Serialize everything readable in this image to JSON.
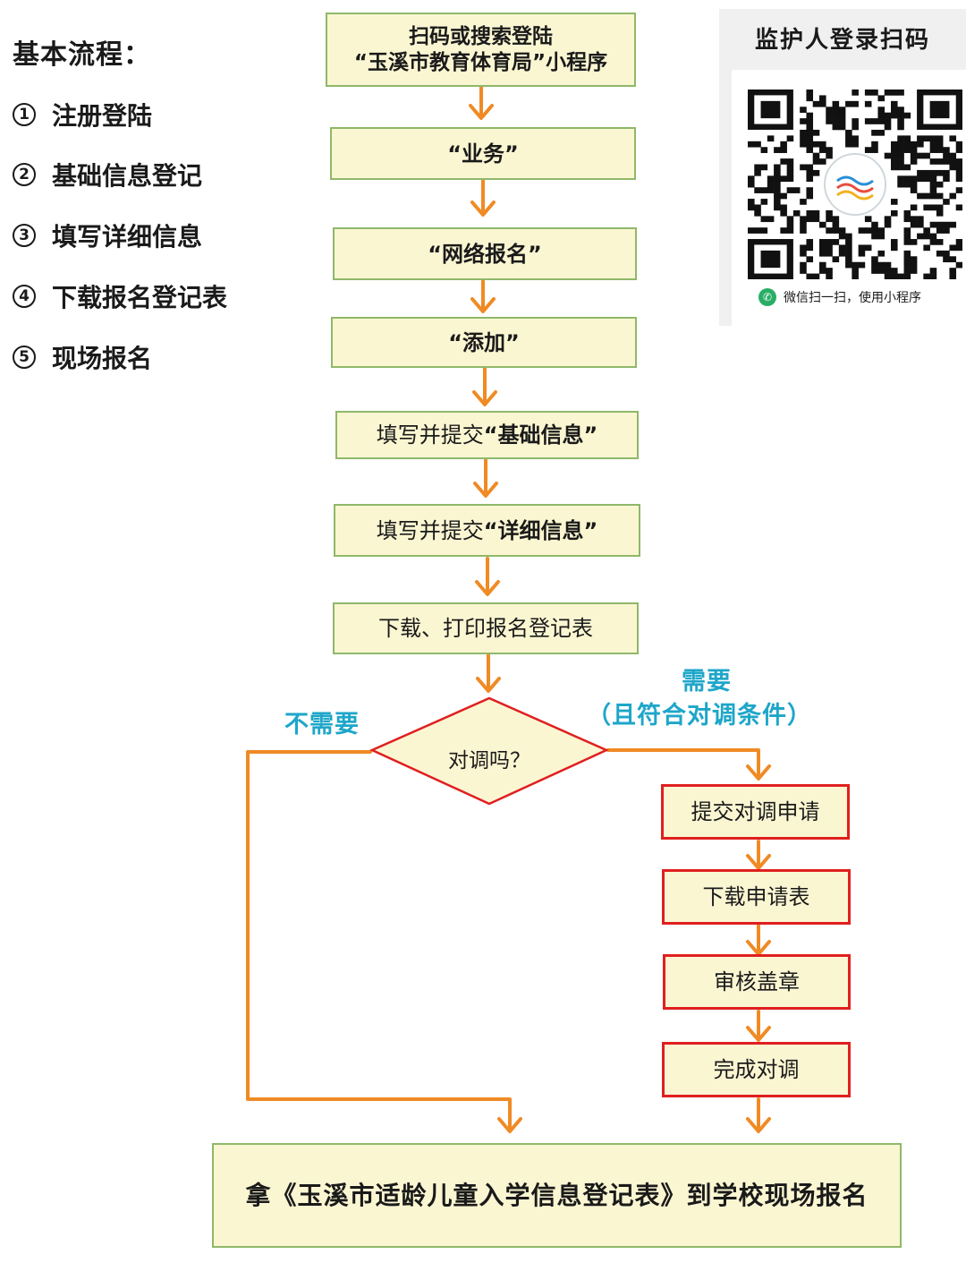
{
  "steps": {
    "title": "基本流程：",
    "items": [
      {
        "num": "1",
        "label": "注册登陆"
      },
      {
        "num": "2",
        "label": "基础信息登记"
      },
      {
        "num": "3",
        "label": "填写详细信息"
      },
      {
        "num": "4",
        "label": "下载报名登记表"
      },
      {
        "num": "5",
        "label": "现场报名"
      }
    ]
  },
  "flow": {
    "scan_line1": "扫码或搜索登陆",
    "scan_line2": "“玉溪市教育体育局”小程序",
    "business": "“业务”",
    "online_signup": "“网络报名”",
    "add": "“添加”",
    "fill_basic_prefix": "填写并提交",
    "fill_basic_em": "“基础信息”",
    "fill_detail_prefix": "填写并提交",
    "fill_detail_em": "“详细信息”",
    "download_print": "下载、打印报名登记表",
    "decision": "对调吗？",
    "no_label": "不需要",
    "yes_label": "需要",
    "yes_condition": "（且符合对调条件）",
    "submit_swap": "提交对调申请",
    "download_form": "下载申请表",
    "review_stamp": "审核盖章",
    "complete_swap": "完成对调",
    "final": "拿《玉溪市适龄儿童入学信息登记表》到学校现场报名"
  },
  "qr": {
    "title": "监护人登录扫码",
    "footer": "微信扫一扫，使用小程序"
  },
  "colors": {
    "box_fill": "#fbf6d2",
    "box_border": "#8fb86a",
    "arrow": "#f08a24",
    "decision_border": "#e01f1f",
    "label": "#1ea6c9"
  }
}
